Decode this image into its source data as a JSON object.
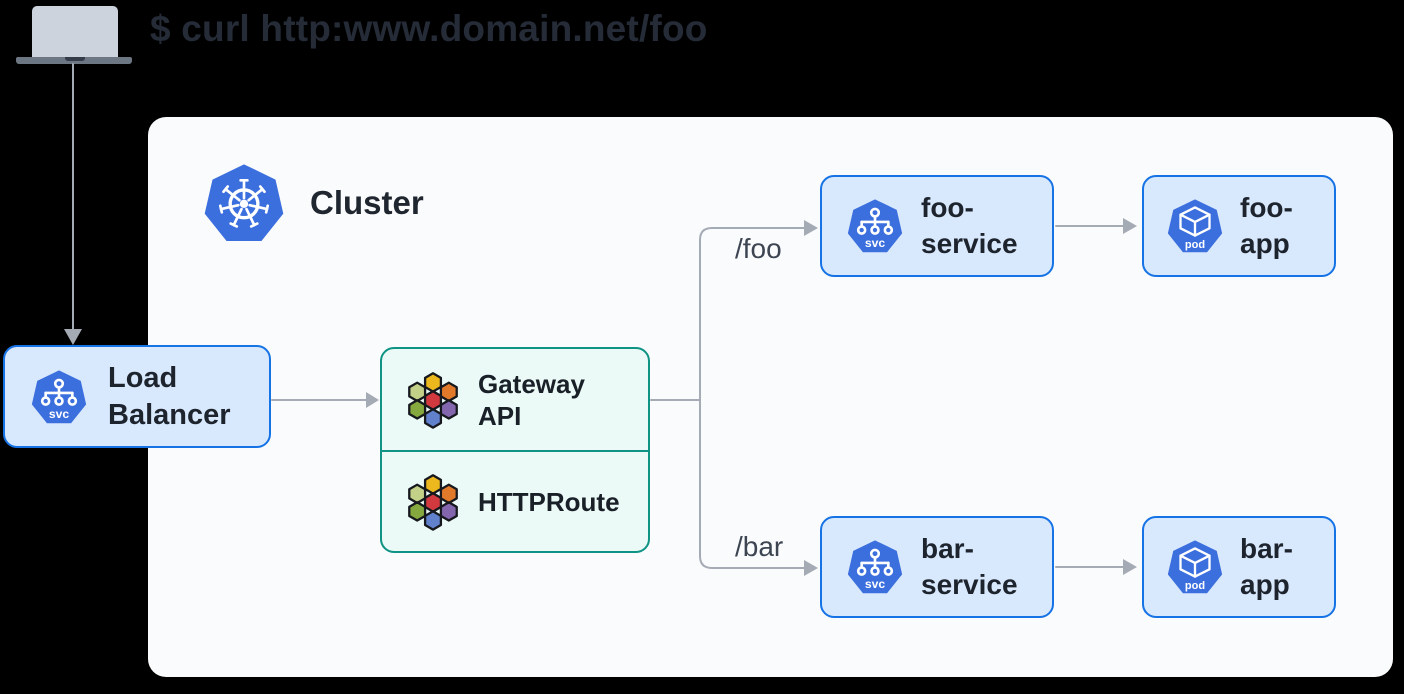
{
  "terminal": {
    "command": "$ curl http:www.domain.net/foo"
  },
  "cluster": {
    "title": "Cluster"
  },
  "nodes": {
    "load_balancer": {
      "label": "Load Balancer",
      "badge": "svc"
    },
    "gateway_api": {
      "label": "Gateway API"
    },
    "httproute": {
      "label": "HTTPRoute"
    },
    "foo_service": {
      "label": "foo-service",
      "badge": "svc"
    },
    "foo_app": {
      "label": "foo-app",
      "badge": "pod"
    },
    "bar_service": {
      "label": "bar-service",
      "badge": "svc"
    },
    "bar_app": {
      "label": "bar-app",
      "badge": "pod"
    }
  },
  "routes": {
    "foo_path": "/foo",
    "bar_path": "/bar"
  },
  "colors": {
    "background": "#000000",
    "cluster_panel": "#fafbfc",
    "node_fill": "#d9e9fd",
    "node_border": "#1673e6",
    "gateway_fill": "#ebfaf7",
    "gateway_border": "#0e9384",
    "kubernetes_blue": "#3c6fde",
    "connector_gray": "#a5abb5",
    "text_dark": "#20262f",
    "gateway_logo_hexes": [
      "#edb71e",
      "#c3d088",
      "#e07a2a",
      "#d2393e",
      "#85a93f",
      "#8366ad",
      "#6181cc"
    ]
  }
}
